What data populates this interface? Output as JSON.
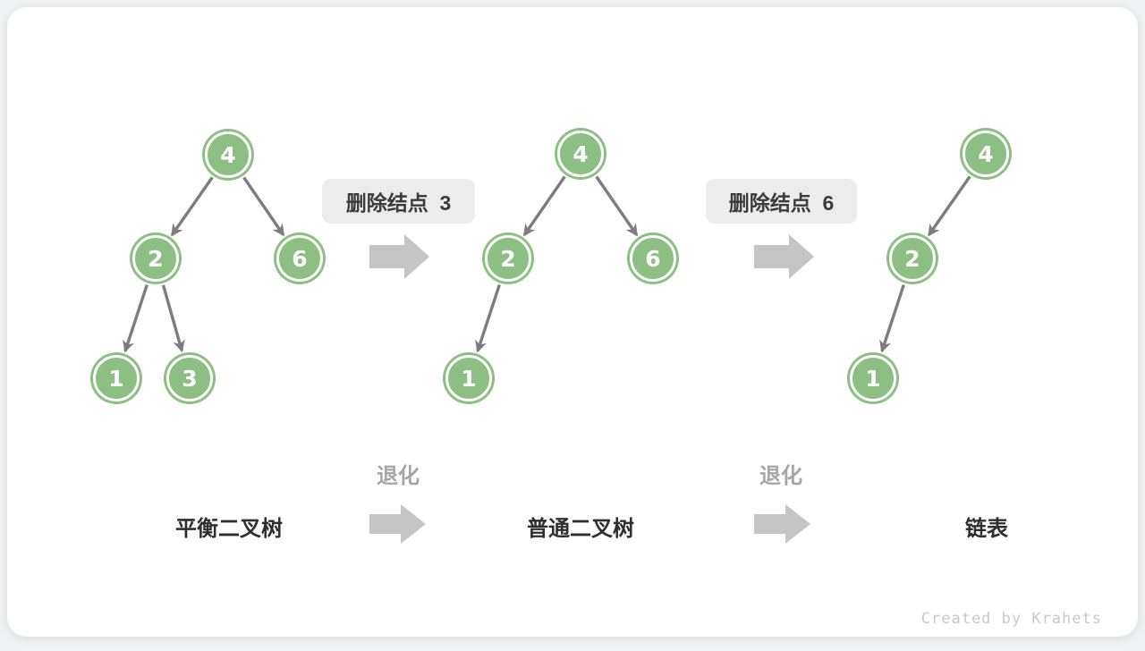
{
  "diagram": {
    "type": "binary-tree-degradation",
    "colors": {
      "node_fill": "#8CC083",
      "node_inner_ring": "#FFFFFF",
      "edge": "#7D7D7D",
      "block_arrow": "#C5C5C5",
      "label_box_bg": "#ECECEC",
      "label_text": "#3B3B3B",
      "degrade_text": "#A6A6A6",
      "caption_text": "#2E2E2E",
      "watermark_text": "#C9C9C9"
    }
  },
  "trees": [
    {
      "caption": "平衡二叉树",
      "nodes": [
        {
          "value": "4"
        },
        {
          "value": "2"
        },
        {
          "value": "6"
        },
        {
          "value": "1"
        },
        {
          "value": "3"
        }
      ],
      "edges": [
        "4→2",
        "4→6",
        "2→1",
        "2→3"
      ]
    },
    {
      "caption": "普通二叉树",
      "nodes": [
        {
          "value": "4"
        },
        {
          "value": "2"
        },
        {
          "value": "6"
        },
        {
          "value": "1"
        }
      ],
      "edges": [
        "4→2",
        "4→6",
        "2→1"
      ]
    },
    {
      "caption": "链表",
      "nodes": [
        {
          "value": "4"
        },
        {
          "value": "2"
        },
        {
          "value": "1"
        }
      ],
      "edges": [
        "4→2",
        "2→1"
      ]
    }
  ],
  "transitions": [
    {
      "label": "删除结点  3"
    },
    {
      "label": "删除结点  6"
    }
  ],
  "degrade_labels": [
    {
      "text": "退化"
    },
    {
      "text": "退化"
    }
  ],
  "watermark": "Created by Krahets"
}
